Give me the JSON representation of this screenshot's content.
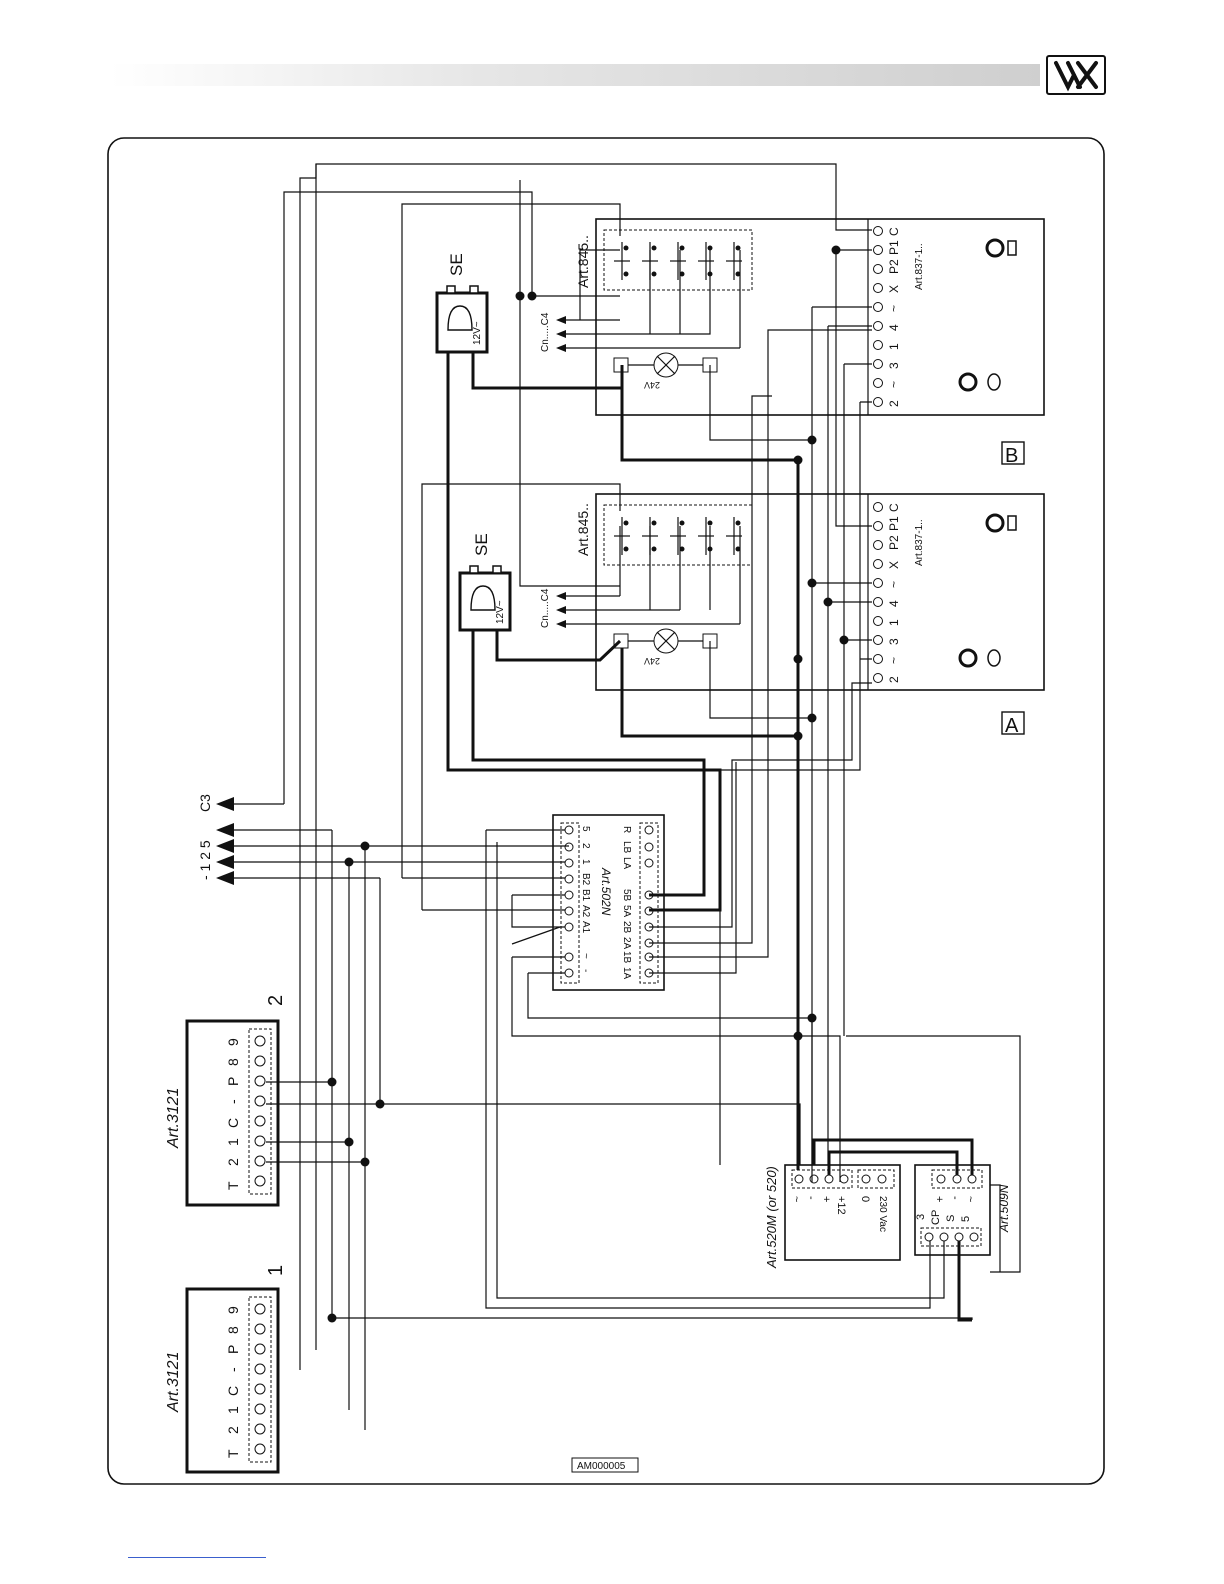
{
  "logo_text": "VX",
  "labels": {
    "se_b": "SE",
    "se_a": "SE",
    "v12_b": "12V~",
    "v12_a": "12V~",
    "art845_b": "Art.845..",
    "art845_a": "Art.845..",
    "art837_b": "Art.837-1..",
    "art837_a": "Art.837-1..",
    "cn_b": "Cn.....C4",
    "cn_a": "Cn.....C4",
    "v24_b": "24V",
    "v24_a": "24V",
    "block_b": "B",
    "block_a": "A",
    "art502": "Art.502N",
    "art520": "Art.520M (or 520)",
    "art509": "Art.509N",
    "art3121_1": "Art.3121",
    "art3121_2": "Art.3121",
    "num1": "1",
    "num2": "2",
    "bus_top": "- 1 2 5",
    "bus_c3": "C3",
    "doc_code": "AM000005",
    "vac230": "230 Vac"
  },
  "terminals": {
    "art837": [
      "C",
      "P1",
      "P2",
      "X",
      "~",
      "4",
      "1",
      "3",
      "~",
      "2"
    ],
    "art3121": [
      "T",
      "2",
      "1",
      "C",
      "-",
      "P",
      "8",
      "9"
    ],
    "art502_left": [
      "5",
      "2",
      "1",
      "B2",
      "B1",
      "A2",
      "A1",
      "~",
      "-"
    ],
    "art502_right": [
      "R",
      "LB",
      "LA",
      "5B",
      "5A",
      "2B",
      "2A",
      "1B",
      "1A"
    ],
    "art520_left": [
      "~",
      "-",
      "+",
      "+12"
    ],
    "art520_right": [
      "0"
    ],
    "art509_top": [
      "+",
      "-",
      "~"
    ],
    "art509_bottom": [
      "3",
      "CP",
      "S",
      "5"
    ]
  }
}
